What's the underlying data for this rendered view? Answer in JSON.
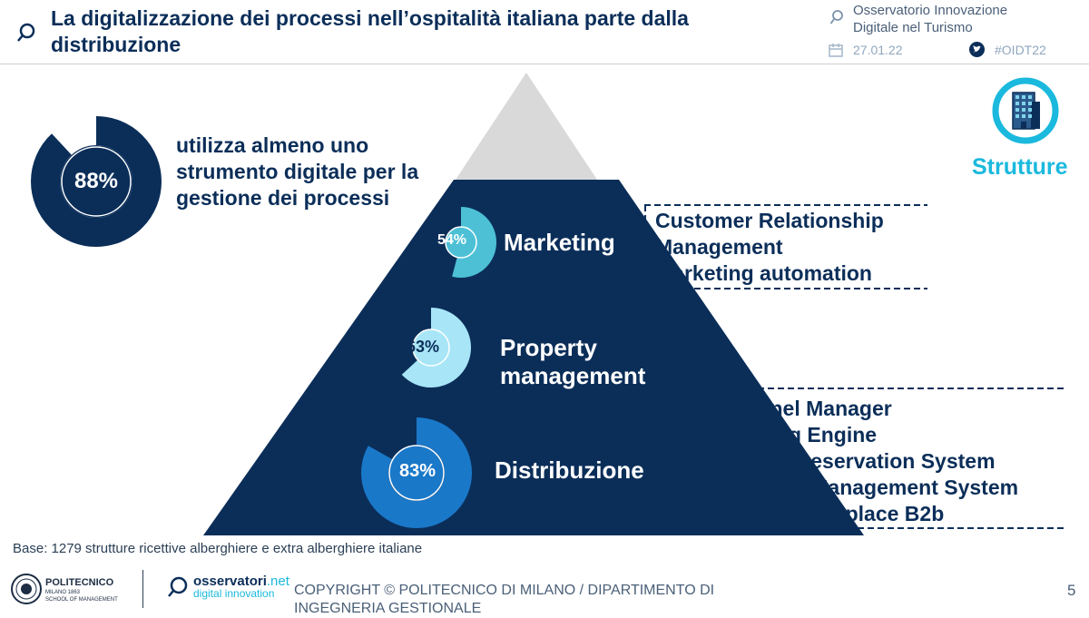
{
  "header": {
    "title": "La digitalizzazione dei processi nell’ospitalità italiana parte dalla distribuzione",
    "observatory_line1": "Osservatorio Innovazione",
    "observatory_line2": "Digitale nel Turismo",
    "date": "27.01.22",
    "hashtag": "#OIDT22"
  },
  "main_stat": {
    "value": "88%",
    "percent": 88,
    "text": "utilizza almeno uno strumento digitale per la gestione dei processi"
  },
  "category": {
    "label": "Strutture",
    "icon": "building-icon"
  },
  "levels": [
    {
      "label": "Marketing",
      "value": "54%",
      "percent": 54,
      "color": "#4dc0d6"
    },
    {
      "label": "Property management",
      "value": "63%",
      "percent": 63,
      "color": "#a8e6f7"
    },
    {
      "label": "Distribuzione",
      "value": "83%",
      "percent": 83,
      "color": "#1a78c8"
    }
  ],
  "marketing_tools": [
    "Customer Relationship Management",
    "Marketing automation"
  ],
  "distribution_tools": [
    "Channel Manager",
    "Booking Engine",
    "Central Reservation System",
    "Revenue Management System",
    "Open marketplace B2b"
  ],
  "footer": {
    "base": "Base: 1279 strutture ricettive alberghiere e extra alberghiere italiane",
    "polimi_name": "POLITECNICO",
    "polimi_sub1": "MILANO 1863",
    "polimi_sub2": "SCHOOL OF MANAGEMENT",
    "osservatori_name": "osservatori",
    "osservatori_suffix": ".net",
    "osservatori_sub": "digital innovation",
    "copyright": "COPYRIGHT © POLITECNICO DI MILANO / DIPARTIMENTO DI INGEGNERIA GESTIONALE",
    "page_number": "5"
  },
  "colors": {
    "navy": "#0b2e59",
    "grey": "#d9d9d9",
    "cyan": "#1ab9dd"
  }
}
